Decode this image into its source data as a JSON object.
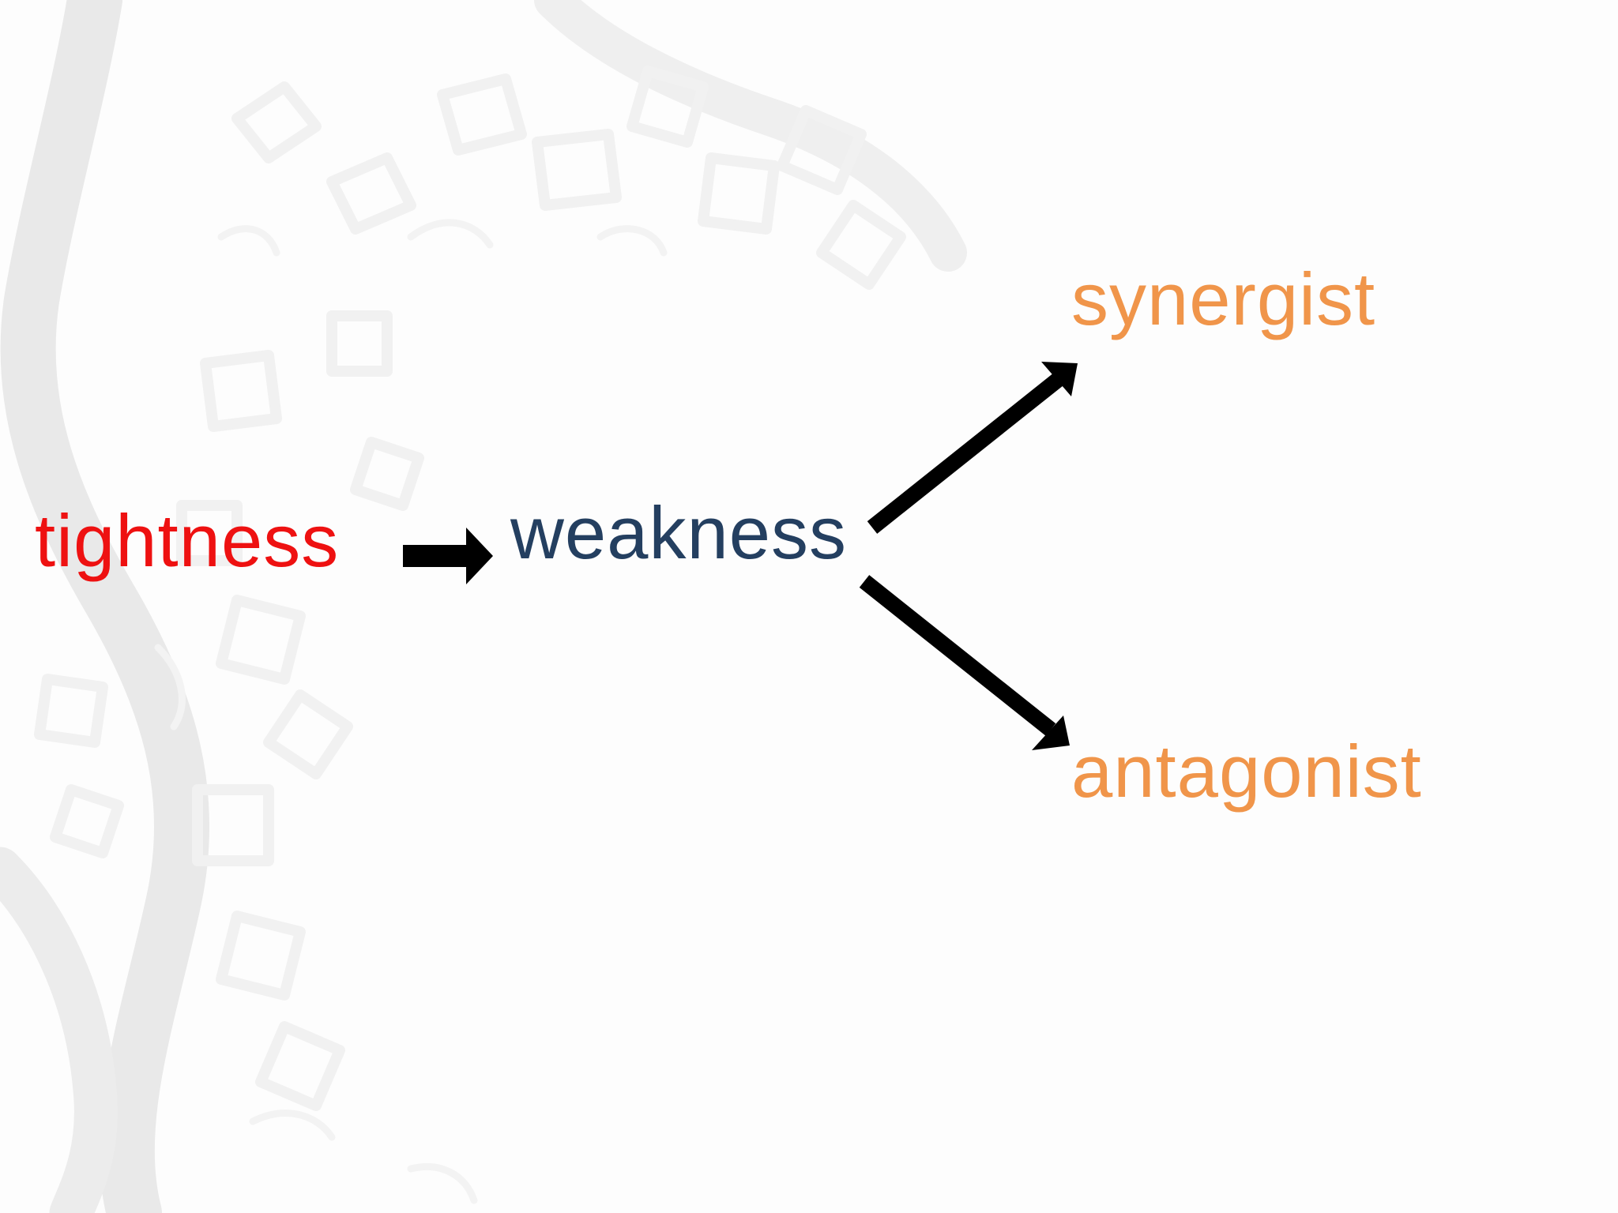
{
  "diagram": {
    "nodes": [
      {
        "id": "tightness",
        "label": "tightness",
        "color": "#ee1111"
      },
      {
        "id": "weakness",
        "label": "weakness",
        "color": "#243f60"
      },
      {
        "id": "synergist",
        "label": "synergist",
        "color": "#f0954a"
      },
      {
        "id": "antagonist",
        "label": "antagonist",
        "color": "#f0954a"
      }
    ],
    "edges": [
      {
        "from": "tightness",
        "to": "weakness"
      },
      {
        "from": "weakness",
        "to": "synergist"
      },
      {
        "from": "weakness",
        "to": "antagonist"
      }
    ],
    "arrow_color": "#000000"
  }
}
